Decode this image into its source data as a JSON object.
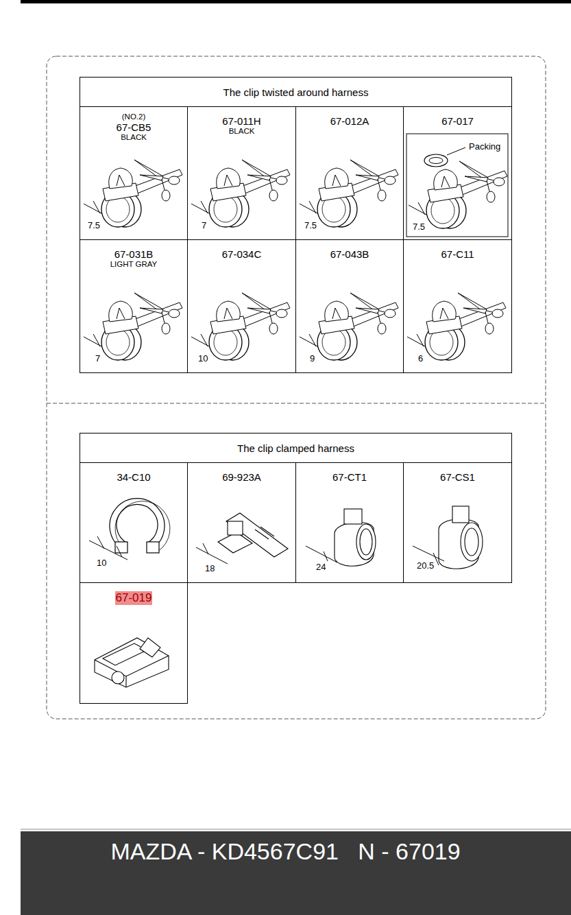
{
  "diagram": {
    "caption": "MAZDA - KD4567C91   N - 67019",
    "nodes": [
      {
        "text": [
          "The clip twisted around harness"
        ]
      },
      {
        "text": [
          "(NO.2)",
          "67-CB5",
          "BLACK"
        ],
        "in": 0
      },
      {
        "text": [
          "67-011H",
          "BLACK"
        ],
        "in": 0
      },
      {
        "text": [
          "67-012A"
        ],
        "in": 0
      },
      {
        "text": [
          "67-017"
        ],
        "in": 0
      },
      {
        "text": [
          "67-031B",
          "LIGHT GRAY"
        ],
        "in": 0
      },
      {
        "text": [
          "67-034C"
        ],
        "in": 0
      },
      {
        "text": [
          "67-043B"
        ],
        "in": 0
      },
      {
        "text": [
          "67-C11"
        ],
        "in": 0
      },
      {
        "text": [
          "The clip clamped harness"
        ]
      },
      {
        "text": [
          "34-C10"
        ],
        "in": 9
      },
      {
        "text": [
          "69-923A"
        ],
        "in": 9
      },
      {
        "text": [
          "67-CT1"
        ],
        "in": 9
      },
      {
        "text": [
          "67-CS1"
        ],
        "in": 9
      },
      {
        "text": [
          "67-019"
        ],
        "in": 9
      }
    ],
    "labels": [
      "7.5",
      "7",
      "7.5",
      "Packing",
      "7.5",
      "7",
      "10",
      "9",
      "6",
      "10",
      "18",
      "24",
      "20.5"
    ]
  }
}
